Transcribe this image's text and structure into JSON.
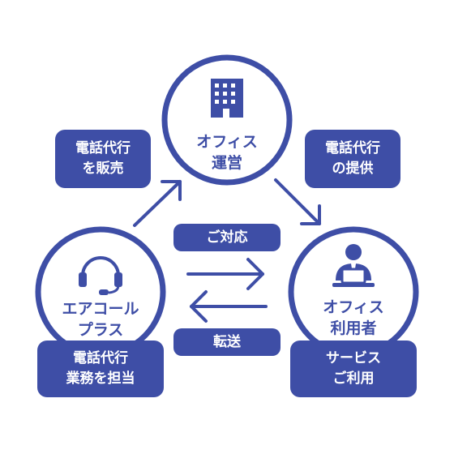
{
  "accent_color": "#3e4ea6",
  "nodes": {
    "office": {
      "line1": "オフィス",
      "line2": "運営",
      "icon": "building-icon"
    },
    "callcenter": {
      "line1": "エアコール",
      "line2": "プラス",
      "icon": "headset-icon"
    },
    "user": {
      "line1": "オフィス",
      "line2": "利用者",
      "icon": "person-at-laptop-icon"
    }
  },
  "boxes": {
    "sell": {
      "line1": "電話代行",
      "line2": "を販売"
    },
    "provide": {
      "line1": "電話代行",
      "line2": "の提供"
    },
    "handle": {
      "line1": "電話代行",
      "line2": "業務を担当"
    },
    "use": {
      "line1": "サービス",
      "line2": "ご利用"
    }
  },
  "flows": {
    "respond": "ご対応",
    "transfer": "転送"
  }
}
